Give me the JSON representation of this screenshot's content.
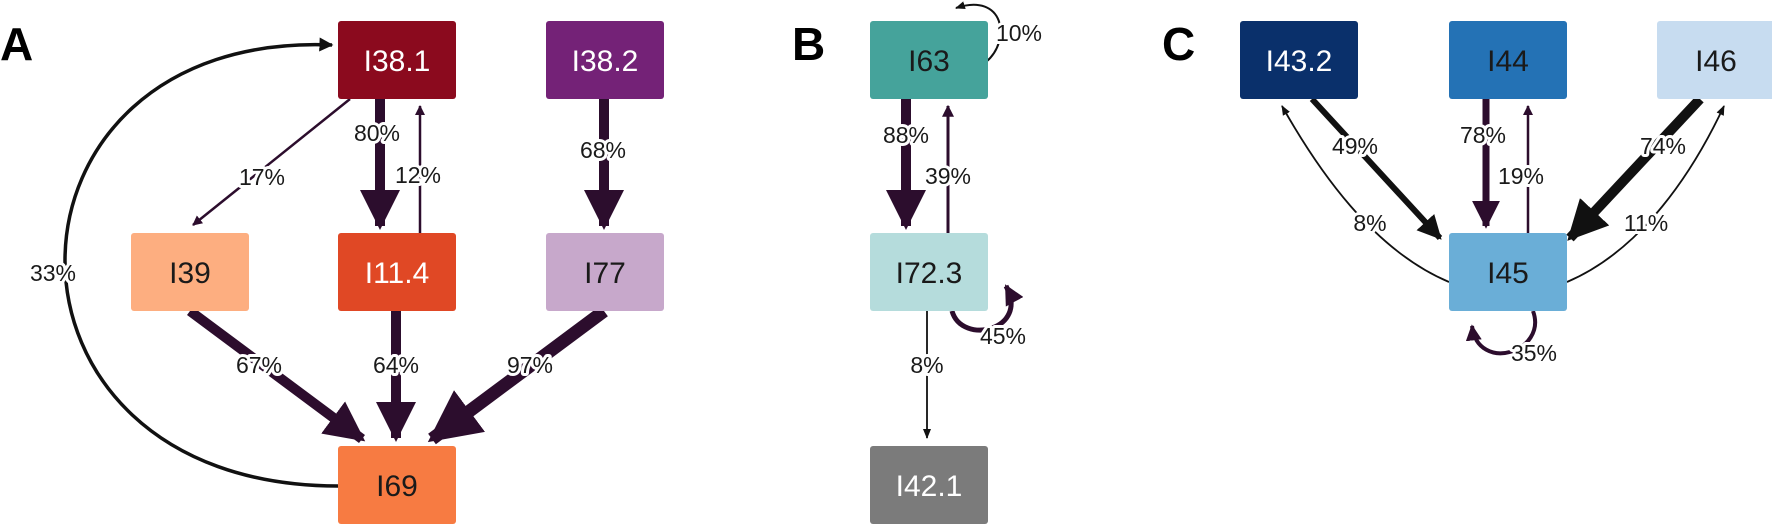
{
  "panels": [
    {
      "id": "A",
      "letter": "A",
      "nodes": [
        {
          "id": "I38.1",
          "label": "I38.1",
          "fill": "#8b0a1e",
          "text_color": "#ffffff"
        },
        {
          "id": "I38.2",
          "label": "I38.2",
          "fill": "#742277",
          "text_color": "#ffffff"
        },
        {
          "id": "I39",
          "label": "I39",
          "fill": "#fdae80",
          "text_color": "#1a1a1a"
        },
        {
          "id": "I11.4",
          "label": "I11.4",
          "fill": "#e04825",
          "text_color": "#ffffff"
        },
        {
          "id": "I77",
          "label": "I77",
          "fill": "#c7a8cb",
          "text_color": "#1a1a1a"
        },
        {
          "id": "I69",
          "label": "I69",
          "fill": "#f77b42",
          "text_color": "#1a1a1a"
        }
      ],
      "edges": [
        {
          "from": "I38.1",
          "to": "I11.4",
          "label": "80%"
        },
        {
          "from": "I11.4",
          "to": "I38.1",
          "label": "12%"
        },
        {
          "from": "I38.1",
          "to": "I39",
          "label": "17%"
        },
        {
          "from": "I38.2",
          "to": "I77",
          "label": "68%"
        },
        {
          "from": "I39",
          "to": "I69",
          "label": "67%"
        },
        {
          "from": "I11.4",
          "to": "I69",
          "label": "64%"
        },
        {
          "from": "I77",
          "to": "I69",
          "label": "97%"
        },
        {
          "from": "I69",
          "to": "I38.1",
          "label": "33%"
        }
      ]
    },
    {
      "id": "B",
      "letter": "B",
      "nodes": [
        {
          "id": "I63",
          "label": "I63",
          "fill": "#45a39b",
          "text_color": "#1a1a1a"
        },
        {
          "id": "I72.3",
          "label": "I72.3",
          "fill": "#b5dcdc",
          "text_color": "#1a1a1a"
        },
        {
          "id": "I42.1",
          "label": "I42.1",
          "fill": "#7b7b7b",
          "text_color": "#ffffff"
        }
      ],
      "edges": [
        {
          "from": "I63",
          "to": "I63",
          "label": "10%"
        },
        {
          "from": "I63",
          "to": "I72.3",
          "label": "88%"
        },
        {
          "from": "I72.3",
          "to": "I63",
          "label": "39%"
        },
        {
          "from": "I72.3",
          "to": "I72.3",
          "label": "45%"
        },
        {
          "from": "I72.3",
          "to": "I42.1",
          "label": "8%"
        }
      ]
    },
    {
      "id": "C",
      "letter": "C",
      "nodes": [
        {
          "id": "I43.2",
          "label": "I43.2",
          "fill": "#0a306b",
          "text_color": "#ffffff"
        },
        {
          "id": "I44",
          "label": "I44",
          "fill": "#2472b5",
          "text_color": "#1a1a1a"
        },
        {
          "id": "I46",
          "label": "I46",
          "fill": "#c7dcf0",
          "text_color": "#1a1a1a"
        },
        {
          "id": "I45",
          "label": "I45",
          "fill": "#6aaed7",
          "text_color": "#1a1a1a"
        }
      ],
      "edges": [
        {
          "from": "I43.2",
          "to": "I45",
          "label": "49%"
        },
        {
          "from": "I45",
          "to": "I43.2",
          "label": "8%"
        },
        {
          "from": "I44",
          "to": "I45",
          "label": "78%"
        },
        {
          "from": "I45",
          "to": "I44",
          "label": "19%"
        },
        {
          "from": "I46",
          "to": "I45",
          "label": "74%"
        },
        {
          "from": "I45",
          "to": "I46",
          "label": "11%"
        },
        {
          "from": "I45",
          "to": "I45",
          "label": "35%"
        }
      ]
    }
  ],
  "colors": {
    "edge_dark": "#2c0d2d",
    "edge_black": "#111111"
  }
}
